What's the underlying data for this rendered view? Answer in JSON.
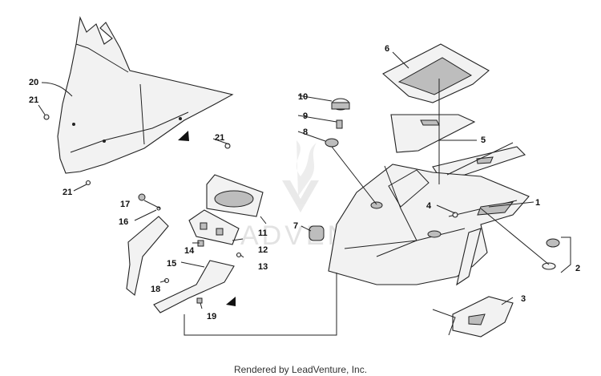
{
  "diagram": {
    "callouts": [
      "1",
      "2",
      "3",
      "4",
      "5",
      "6",
      "7",
      "8",
      "9",
      "10",
      "11",
      "12",
      "13",
      "14",
      "15",
      "16",
      "17",
      "18",
      "19",
      "20",
      "21"
    ],
    "watermark": "ADVENTURE",
    "footer": "Rendered by LeadVenture, Inc."
  }
}
